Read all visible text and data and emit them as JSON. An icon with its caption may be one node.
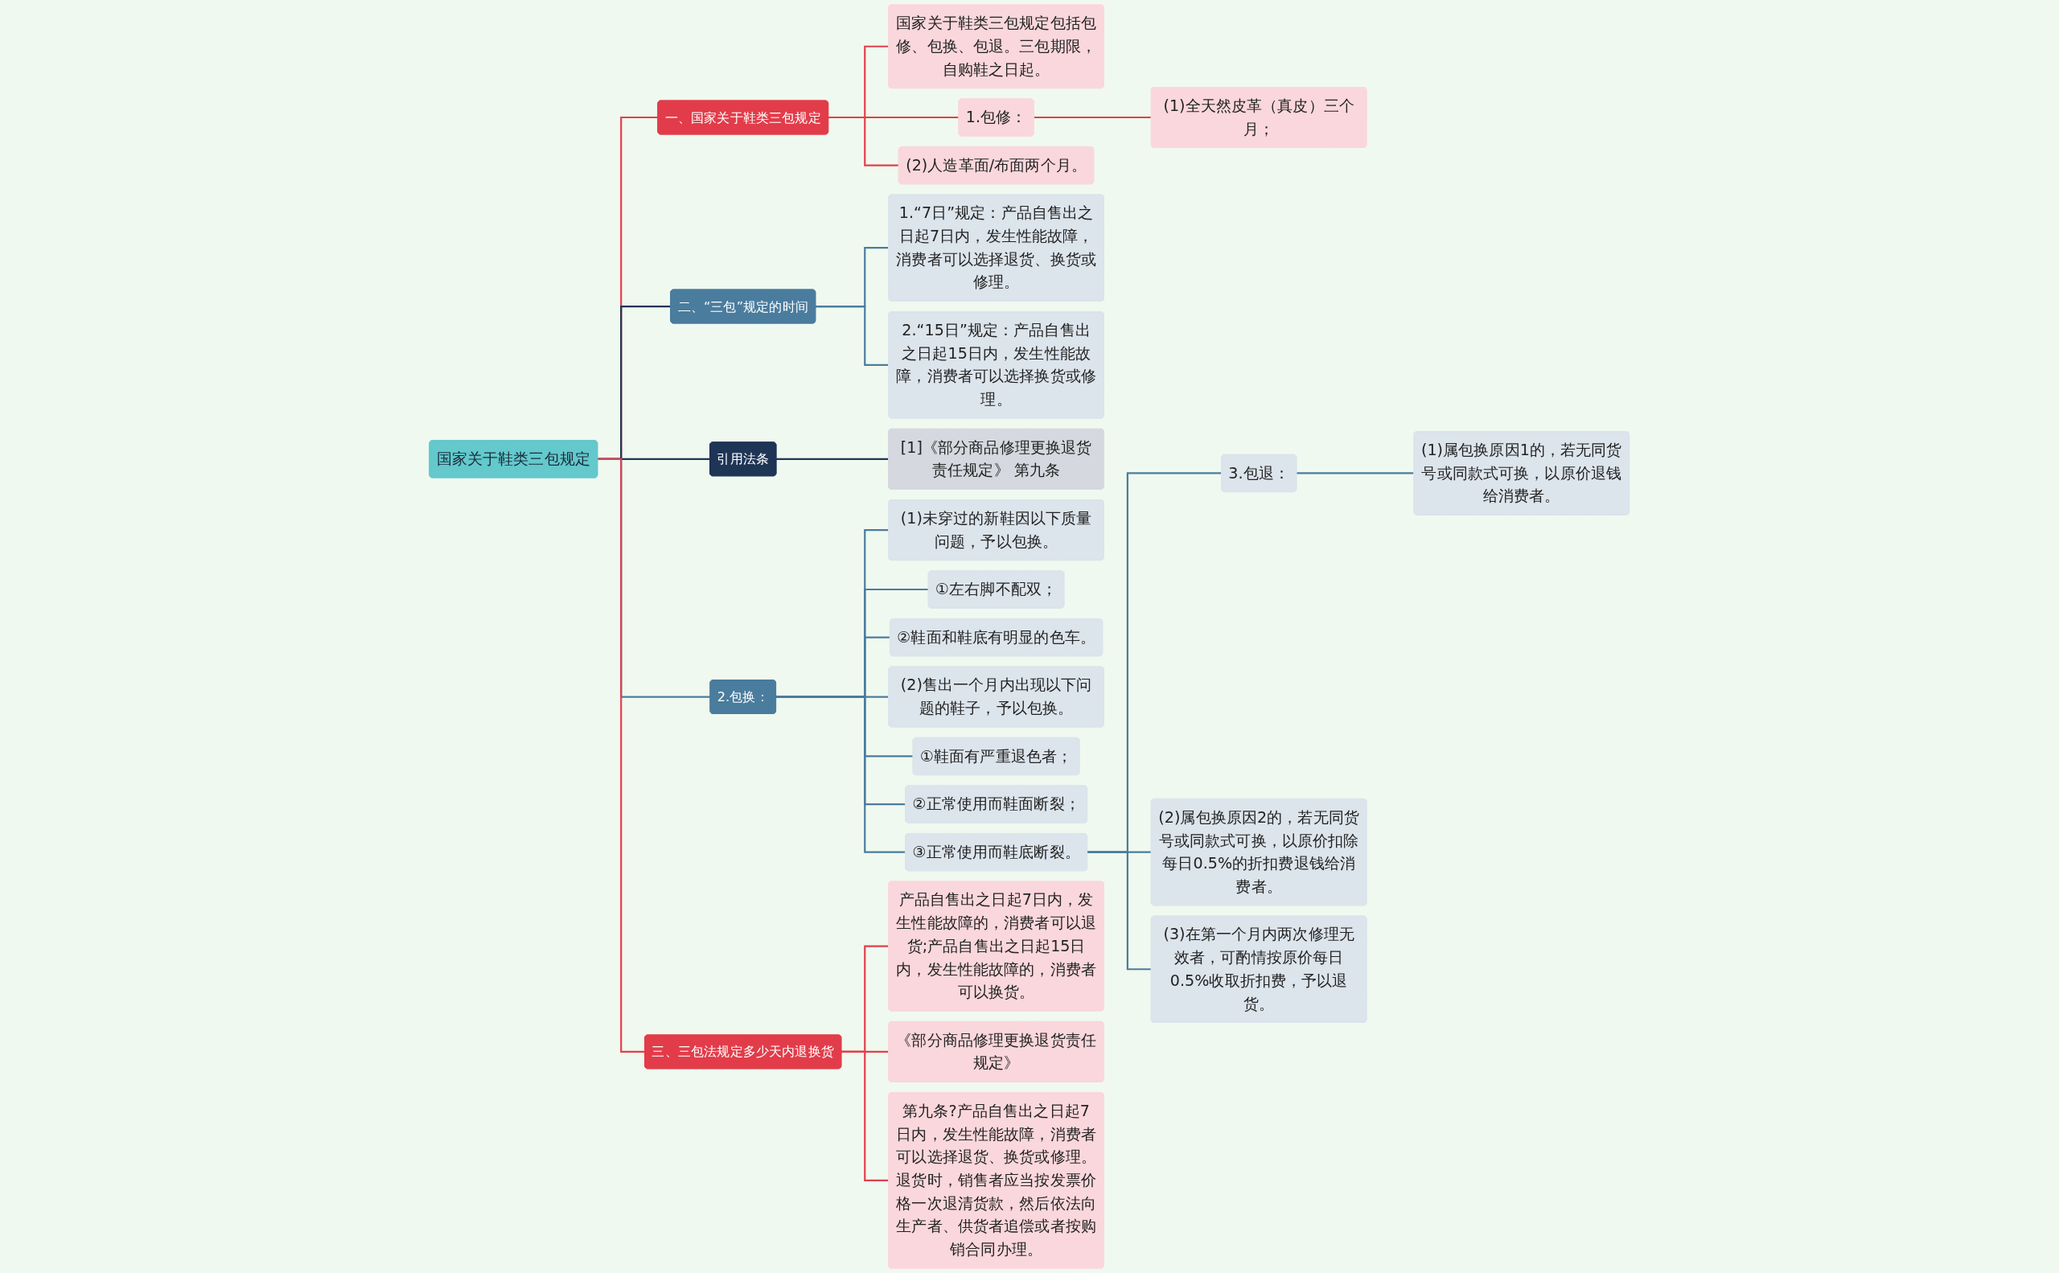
{
  "diagram": {
    "nodes": [
      {
        "text": [
          "国家关于鞋类三包规定"
        ]
      },
      {
        "text": [
          "一、国家关于鞋类三包规定"
        ]
      },
      {
        "text": [
          "国家关于鞋类三包规定包括包修、包换、包退。三包期限，自购鞋之日起。"
        ]
      },
      {
        "text": [
          "1.包修："
        ]
      },
      {
        "text": [
          "(1)全天然皮革（真皮）三个月；"
        ]
      },
      {
        "text": [
          "(2)人造革面/布面两个月。"
        ]
      },
      {
        "text": [
          "二、“三包”规定的时间"
        ]
      },
      {
        "text": [
          "1.“7日”规定：产品自售出之日起7日内，发生性能故障，消费者可以选择退货、换货或修理。"
        ]
      },
      {
        "text": [
          "2.“15日”规定：产品自售出之日起15日内，发生性能故障，消费者可以选择换货或修理。"
        ]
      },
      {
        "text": [
          "引用法条"
        ]
      },
      {
        "text": [
          "[1]《部分商品修理更换退货责任规定》 第九条"
        ]
      },
      {
        "text": [
          "2.包换："
        ]
      },
      {
        "text": [
          "(1)未穿过的新鞋因以下质量问题，予以包换。"
        ]
      },
      {
        "text": [
          "①左右脚不配双；"
        ]
      },
      {
        "text": [
          "②鞋面和鞋底有明显的色车。"
        ]
      },
      {
        "text": [
          "(2)售出一个月内出现以下问题的鞋子，予以包换。"
        ]
      },
      {
        "text": [
          "①鞋面有严重退色者；"
        ]
      },
      {
        "text": [
          "②正常使用而鞋面断裂；"
        ]
      },
      {
        "text": [
          "③正常使用而鞋底断裂。"
        ]
      },
      {
        "text": [
          "3.包退："
        ]
      },
      {
        "text": [
          "(1)属包换原因1的，若无同货号或同款式可换，以原价退钱给消费者。"
        ]
      },
      {
        "text": [
          "(2)属包换原因2的，若无同货号或同款式可换，以原价扣除每日0.5%的折扣费退钱给消费者。"
        ]
      },
      {
        "text": [
          "(3)在第一个月内两次修理无效者，可酌情按原价每日0.5%收取折扣费，予以退货。"
        ]
      },
      {
        "text": [
          "三、三包法规定多少天内退换货"
        ]
      },
      {
        "text": [
          "产品自售出之日起7日内，发生性能故障的，消费者可以退货;产品自售出之日起15日内，发生性能故障的，消费者可以换货。"
        ]
      },
      {
        "text": [
          "《部分商品修理更换退货责任规定》"
        ]
      },
      {
        "text": [
          "第九条?产品自售出之日起7日内，发生性能故障，消费者可以选择退货、换货或修理。退货时，销售者应当按发票价格一次退清货款，然后依法向生产者、供货者追偿或者按购销合同办理。"
        ]
      }
    ],
    "edges": [
      {
        "from": 0,
        "to": 1,
        "arrow": "none",
        "color": "#e0404c"
      },
      {
        "from": 1,
        "to": 2,
        "arrow": "none",
        "color": "#e0404c"
      },
      {
        "from": 1,
        "to": 3,
        "arrow": "none",
        "color": "#e0404c"
      },
      {
        "from": 3,
        "to": 4,
        "arrow": "none",
        "color": "#e0404c"
      },
      {
        "from": 1,
        "to": 5,
        "arrow": "none",
        "color": "#e0404c"
      },
      {
        "from": 0,
        "to": 6,
        "arrow": "none",
        "color": "#1e3556"
      },
      {
        "from": 6,
        "to": 7,
        "arrow": "none"
      },
      {
        "from": 6,
        "to": 8,
        "arrow": "none"
      },
      {
        "from": 0,
        "to": 9,
        "arrow": "none",
        "color": "#1e3556"
      },
      {
        "from": 9,
        "to": 10,
        "arrow": "none",
        "color": "#1e3556"
      },
      {
        "from": 0,
        "to": 11,
        "arrow": "none"
      },
      {
        "from": 11,
        "to": 12,
        "arrow": "none"
      },
      {
        "from": 11,
        "to": 13,
        "arrow": "none"
      },
      {
        "from": 11,
        "to": 14,
        "arrow": "none"
      },
      {
        "from": 11,
        "to": 15,
        "arrow": "none"
      },
      {
        "from": 11,
        "to": 16,
        "arrow": "none"
      },
      {
        "from": 11,
        "to": 17,
        "arrow": "none"
      },
      {
        "from": 11,
        "to": 18,
        "arrow": "none"
      },
      {
        "from": 18,
        "to": 19,
        "arrow": "none"
      },
      {
        "from": 19,
        "to": 20,
        "arrow": "none"
      },
      {
        "from": 18,
        "to": 21,
        "arrow": "none"
      },
      {
        "from": 18,
        "to": 22,
        "arrow": "none"
      },
      {
        "from": 0,
        "to": 23,
        "arrow": "none",
        "color": "#e0404c"
      },
      {
        "from": 23,
        "to": 24,
        "arrow": "none",
        "color": "#e0404c"
      },
      {
        "from": 23,
        "to": 25,
        "arrow": "none",
        "color": "#e0404c"
      },
      {
        "from": 23,
        "to": 26,
        "arrow": "none",
        "color": "#e0404c"
      }
    ]
  }
}
